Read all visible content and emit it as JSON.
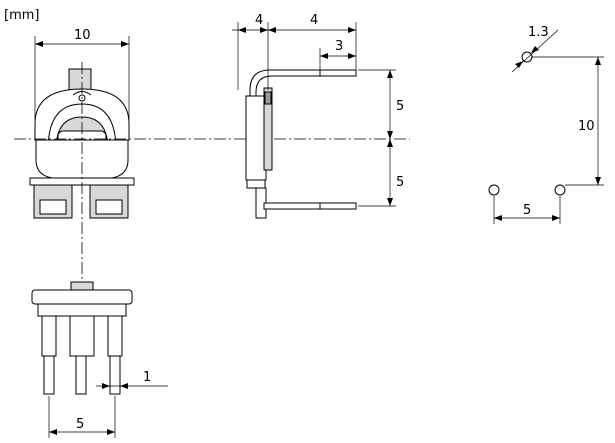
{
  "unit_label": "[mm]",
  "front_view": {
    "body_width": "10"
  },
  "side_view": {
    "lead_spacing_top": "4",
    "body_offset": "4",
    "lead_end": "3",
    "pitch_upper": "5",
    "pitch_lower": "5"
  },
  "bottom_view": {
    "pin_width": "1",
    "pin_spacing": "5"
  },
  "footprint": {
    "hole_diameter": "1.3",
    "vertical_spacing": "10",
    "horizontal_spacing": "5"
  }
}
